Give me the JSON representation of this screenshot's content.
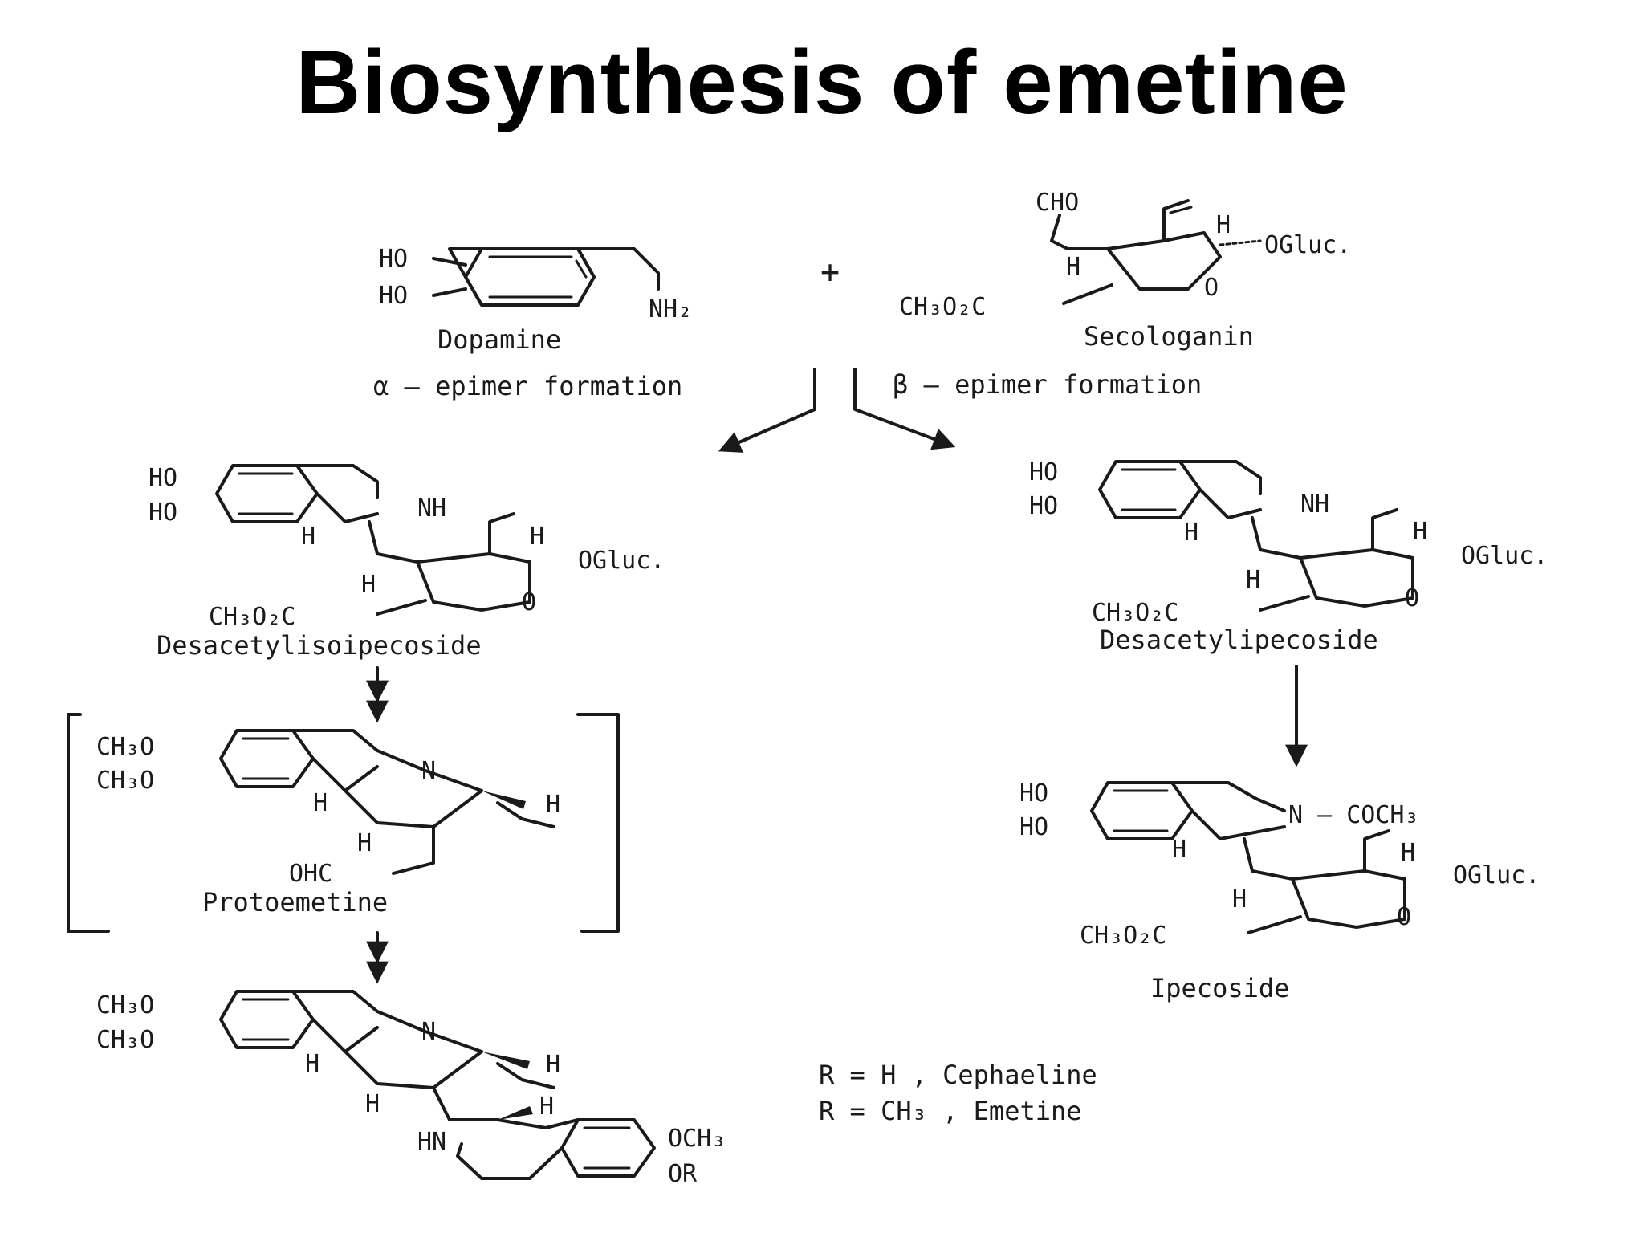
{
  "title": "Biosynthesis of emetine",
  "atoms": {
    "ho": "HO",
    "nh2": "NH₂",
    "cho": "CHO",
    "h": "H",
    "ogluc": "OGluc.",
    "o": "O",
    "ester": "CH₃O₂C",
    "nh": "NH",
    "n": "N",
    "hn": "HN",
    "ch3o": "CH₃O",
    "ohc": "OHC",
    "acetyl": "N – COCH₃",
    "och3": "OCH₃",
    "or": "OR",
    "plus": "+"
  },
  "compounds": {
    "dopamine": "Dopamine",
    "secologanin": "Secologanin",
    "desacetylisoipecoside": "Desacetylisoipecoside",
    "desacetylipecoside": "Desacetylipecoside",
    "protoemetine": "Protoemetine",
    "ipecoside": "Ipecoside"
  },
  "steps": {
    "alpha": "α – epimer formation",
    "beta": "β – epimer formation"
  },
  "legend": {
    "cephaeline": "R = H , Cephaeline",
    "emetine": "R = CH₃ , Emetine"
  }
}
